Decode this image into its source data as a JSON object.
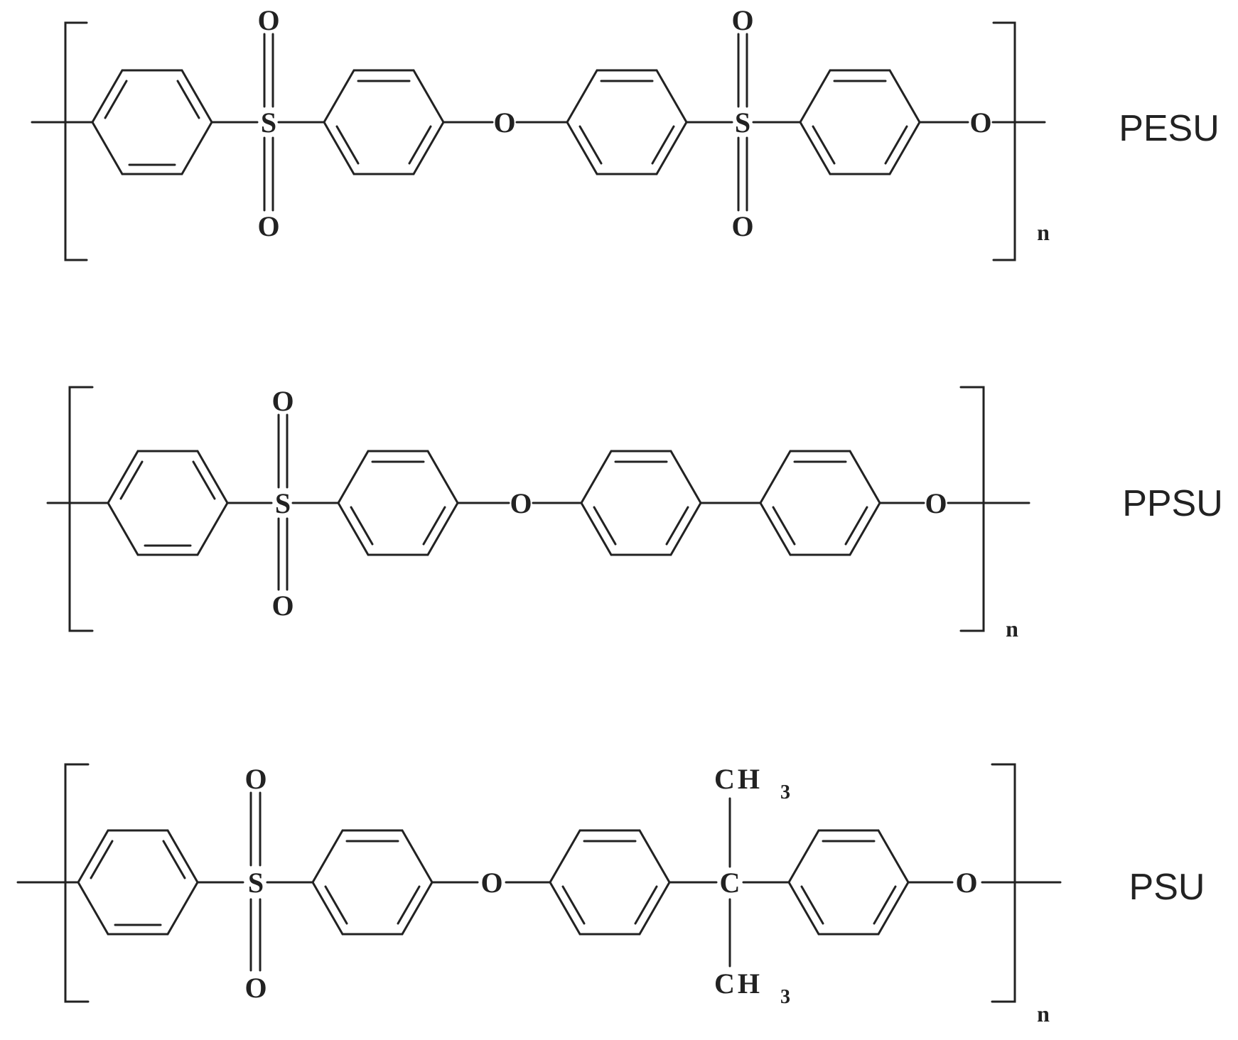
{
  "polymers": [
    {
      "name": "PESU",
      "repeat_label": "n",
      "sulfonyl_1": {
        "o_top": "O",
        "s": "S",
        "o_bottom": "O"
      },
      "ether_1": "O",
      "sulfonyl_2": {
        "o_top": "O",
        "s": "S",
        "o_bottom": "O"
      },
      "ether_2": "O"
    },
    {
      "name": "PPSU",
      "repeat_label": "n",
      "sulfonyl_1": {
        "o_top": "O",
        "s": "S",
        "o_bottom": "O"
      },
      "ether_1": "O",
      "ether_2": "O"
    },
    {
      "name": "PSU",
      "repeat_label": "n",
      "sulfonyl_1": {
        "o_top": "O",
        "s": "S",
        "o_bottom": "O"
      },
      "ether_1": "O",
      "isopropylidene": {
        "carbon": "C",
        "methyl_top": "CH",
        "methyl_bottom": "CH",
        "subscript": "3"
      },
      "ether_2": "O"
    }
  ],
  "colors": {
    "ink": "#222222",
    "background": "#ffffff"
  }
}
